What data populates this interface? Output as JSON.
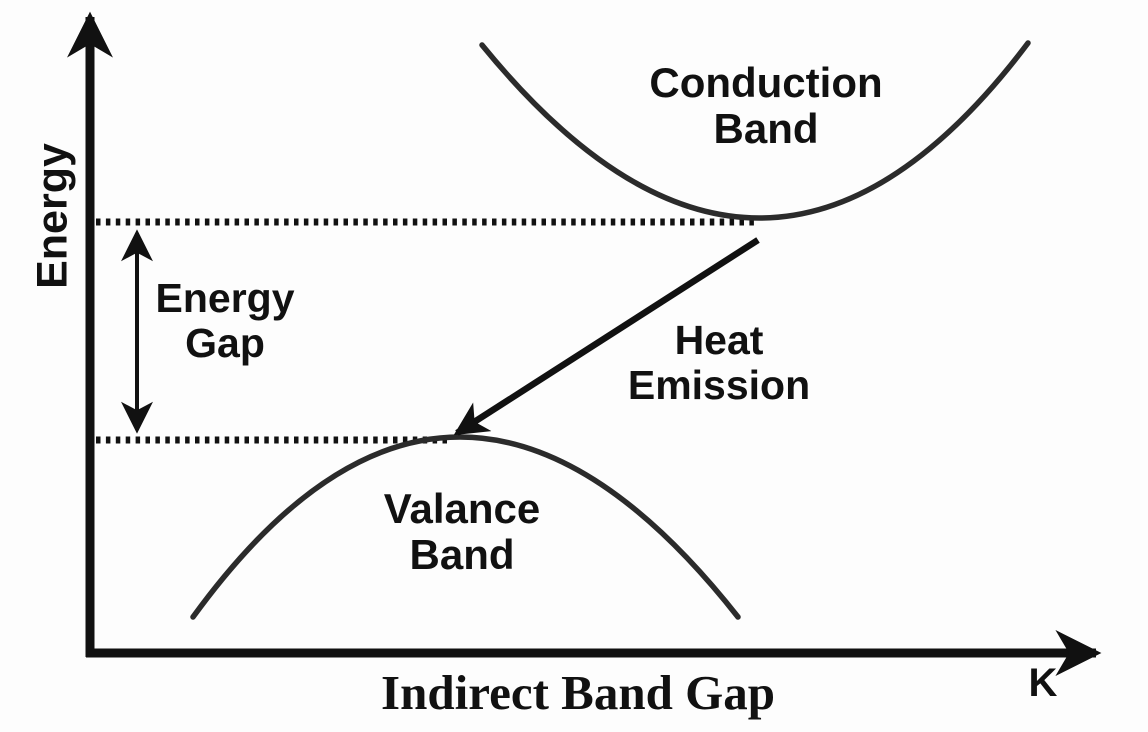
{
  "labels": {
    "y_axis": "Energy",
    "x_axis": "K",
    "title": "Indirect Band Gap",
    "conduction_band": "Conduction\nBand",
    "valance_band": "Valance\nBand",
    "energy_gap": "Energy\nGap",
    "heat_emission": "Heat\nEmission"
  },
  "colors": {
    "ink": "#111111",
    "curve": "#2b2b2b",
    "background": "#fdfdfd"
  }
}
